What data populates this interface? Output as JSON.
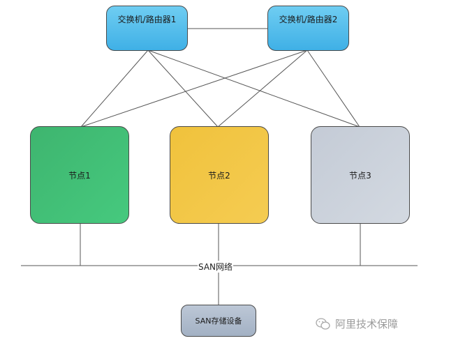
{
  "switches": [
    {
      "label": "交换机/路由器1"
    },
    {
      "label": "交换机/路由器2"
    }
  ],
  "nodes": [
    {
      "label": "节点1"
    },
    {
      "label": "节点2"
    },
    {
      "label": "节点3"
    }
  ],
  "network": {
    "label": "SAN网络"
  },
  "storage": {
    "label": "SAN存储设备"
  },
  "watermark": {
    "text": "阿里技术保障"
  }
}
